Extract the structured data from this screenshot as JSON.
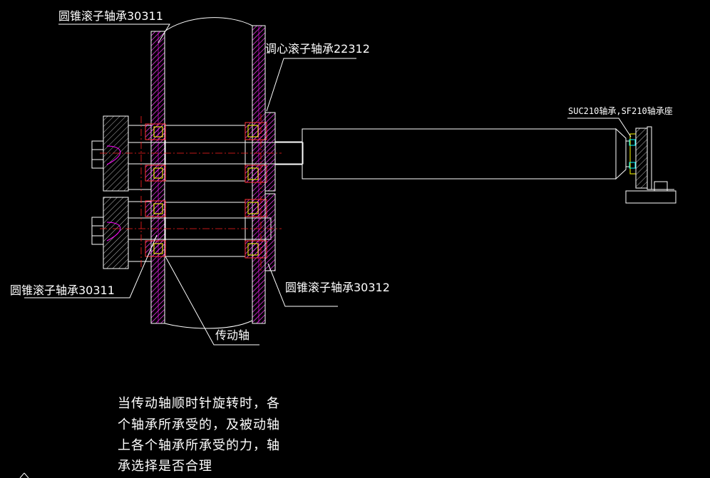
{
  "labels": {
    "top_left_bearing": "圆锥滚子轴承30311",
    "self_aligning_bearing": "调心滚子轴承22312",
    "support_bearing": "SUC210轴承,SF210轴承座",
    "bottom_left_bearing": "圆锥滚子轴承30311",
    "bottom_right_bearing": "圆锥滚子轴承30312",
    "drive_shaft": "传动轴"
  },
  "question": {
    "line1": "当传动轴顺时针旋转时，各",
    "line2": "个轴承所承受的，及被动轴",
    "line3": "上各个轴承所承受的力，轴",
    "line4": "承选择是否合理"
  },
  "colors": {
    "background": "#000000",
    "line": "#ffffff",
    "hatch": "#ff00ff",
    "centerline": "#ff0000",
    "bearing": "#ffff00",
    "accent": "#00ffff"
  }
}
